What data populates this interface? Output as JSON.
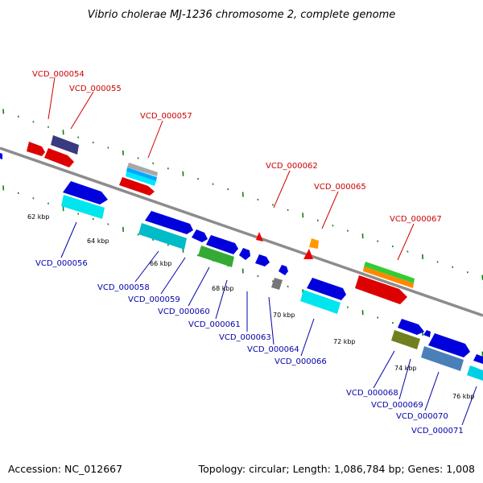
{
  "title": "Vibrio cholerae MJ-1236 chromosome 2, complete genome",
  "footer": {
    "accession": "Accession: NC_012667",
    "summary": "Topology: circular; Length: 1,086,784 bp; Genes: 1,008"
  },
  "colors": {
    "forward_label": "#cc0000",
    "reverse_label": "#0000aa",
    "backbone": "#8c8c8c",
    "tick": "#1a7a1a"
  },
  "forward_genes": [
    {
      "id": "VCD_000054"
    },
    {
      "id": "VCD_000055"
    },
    {
      "id": "VCD_000057"
    },
    {
      "id": "VCD_000062"
    },
    {
      "id": "VCD_000065"
    },
    {
      "id": "VCD_000067"
    }
  ],
  "reverse_genes": [
    {
      "id": "VCD_000056"
    },
    {
      "id": "VCD_000058"
    },
    {
      "id": "VCD_000059"
    },
    {
      "id": "VCD_000060"
    },
    {
      "id": "VCD_000061"
    },
    {
      "id": "VCD_000063"
    },
    {
      "id": "VCD_000064"
    },
    {
      "id": "VCD_000066"
    },
    {
      "id": "VCD_000068"
    },
    {
      "id": "VCD_000069"
    },
    {
      "id": "VCD_000070"
    },
    {
      "id": "VCD_000071"
    }
  ],
  "scale_ticks": [
    "62 kbp",
    "64 kbp",
    "66 kbp",
    "68 kbp",
    "70 kbp",
    "72 kbp",
    "74 kbp",
    "76 kbp"
  ]
}
